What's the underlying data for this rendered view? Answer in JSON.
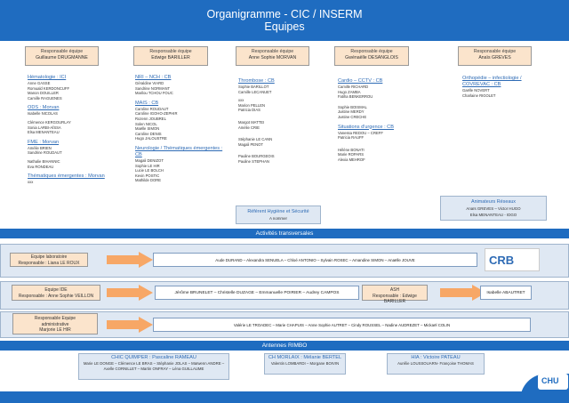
{
  "header": {
    "title": "Organigramme  - CIC / INSERM",
    "subtitle": "Equipes"
  },
  "responsables": [
    {
      "label": "Responsable équipe",
      "name": "Guillaume DRUGMANNE"
    },
    {
      "label": "Responsable équipe",
      "name": "Edwige BARILLER"
    },
    {
      "label": "Responsable équipe",
      "name": "Anne Sophie MORVAN"
    },
    {
      "label": "Responsable équipe",
      "name": "Gwénaëlle DESANGLOIS"
    },
    {
      "label": "Responsable équipe",
      "name": "Anaïs GREVES"
    }
  ],
  "col1": {
    "t1": "Hématologie : ICI",
    "m1": [
      "Anne GASSE",
      "Romuald KERDONCUFF",
      "Manon DOUILLER",
      "Camille RAGUENES"
    ],
    "t2": "ODS : Morvan",
    "m2": [
      "Isabelle NICOLAS",
      "",
      "Clémence KERGOURLAY",
      "Sonia LARBI-AÏSSA",
      "Elsa MENANTEAU"
    ],
    "t3": "FME : Morvan",
    "m3": [
      "Amélie BRIEN",
      "Sandrine ROUDAUT",
      "",
      "Nathalie BIHANNIC",
      "Eva RONDEAU"
    ],
    "t4": "Thématiques émergentes : Morvan",
    "m4": [
      "xxx"
    ]
  },
  "col2": {
    "t1": "NRI – NCH : CB",
    "m1": [
      "Géraldine VIARD",
      "Sandrine NORMANT",
      "Marilou TCHOU FOUC"
    ],
    "t2": "MAIS : CB",
    "m2": [
      "Caroline ROUDAUT",
      "Caroline IGOHO-ZEPHIR",
      "Rozenn JOUBREL",
      "Solen NICOL",
      "Maëlle SIMON",
      "Caroline DENIS",
      "Hugo JALOUSTRE"
    ],
    "t3": "Neurologie / Thématiques émergentes : CB",
    "m3": [
      "Magali DENIZOT",
      "Sophie LE HIR",
      "Lucie LE BOLCH",
      "Kevin POSTIC",
      "Mathilde DORE"
    ]
  },
  "col3": {
    "t1": "Thrombose : CB",
    "m1": [
      "Sophie BARILLOT",
      "Camille LECANUET",
      "",
      "xxx",
      "Marion PELLEN",
      "Patricia DIAS",
      "",
      "Margot MATTEI",
      "Amélie CRIE",
      "",
      "Stéphanie LE CANN",
      "Magali PENOT",
      "",
      "Pauline BOURGEOIS",
      "Pauline STEPHAN"
    ]
  },
  "col4": {
    "t1": "Cardio – CCTV : CB",
    "m1": [
      "Camille RICHARD",
      "Hugo ZAMBA",
      "Fatiha BENKERROU",
      "",
      "Sophie BOISMAL",
      "Justine MERDY",
      "Justine CRECHE"
    ],
    "t2": "Situations d'urgence : CB",
    "m2": [
      "Vanessa REDOU – CREFF",
      "Patricia RAUFF",
      "",
      "Hélène BONATI",
      "Marie ROPARS",
      "Alexia MEHROF"
    ]
  },
  "col5": {
    "t1": "Orthopédie – infectiologie / COVREVAC : CB",
    "m1": [
      "Gaëlle NOVERT",
      "Charlaine RIGOLET"
    ]
  },
  "hygiene": {
    "title": "Référent Hygiène et Sécurité",
    "sub": "A nommer"
  },
  "animateurs": {
    "title": "Animateurs Réseaux",
    "l1": "Anaïs GREVES – Victor HUGO",
    "l2": "Elsa MENANTEAU - IDGO"
  },
  "transversales": {
    "title": "Activités transversales"
  },
  "labo": {
    "l1": "Equipe laboratoire",
    "l2": "Responsable : Liana LE ROUX",
    "members": "Aude DURAND – Alexandra SENUELA – Chloé ANTONIO – Sylvain ROSEC – Amandine SIMON – Anaëlle JOUVE",
    "logo": "CRB"
  },
  "ide": {
    "l1": "Equipe IDE",
    "l2": "Responsable : Anne Sophie VEILLON",
    "members": "Jérôme BRUNELET – Christelle DUZAGE – Emmanuelle POIRIER – Audrey CAMPOS",
    "ash1": "ASH",
    "ash2": "Responsable : Edwige BARILLER",
    "ash_member": "Isabelle ABAUTRET"
  },
  "admin": {
    "l1": "Responsable Equipe",
    "l2": "administrative",
    "l3": "Marjorie LE HIR",
    "members": "Valérie LE TROADEC – Marie CHAPUIS – Anne Sophie AUTRET – Cindy ROUSSEL – Nadine AUDREZET – Mickaël COLIN"
  },
  "rimbo": {
    "title": "Antennes RIMBO",
    "q_title": "CHIC QUIMPER : Pascaline RAMEAU",
    "q1": "Marie LE DONGE – Clémence LE BRAS – Stéphanie JOLAS – Maïwenn ANDRE –",
    "q2": "Axelle CORNILLET – Martin ONFRAY – Léna GUILLAUME",
    "m_title": "CH MORLAIX : Mélanie BERTEL",
    "m1": "Valentin LOMBARDI – Morgane BOIVIN",
    "h_title": "HIA : Victoire PATEAU",
    "h1": "Aurélie LOUSSOUARN- Françoise THOMAS"
  },
  "logo_chu": "CHU",
  "colors": {
    "brand_blue": "#1f6cc0",
    "orange": "#f7a766",
    "resp_bg": "#fbe4cc",
    "light_blue": "#dfe8f3"
  }
}
